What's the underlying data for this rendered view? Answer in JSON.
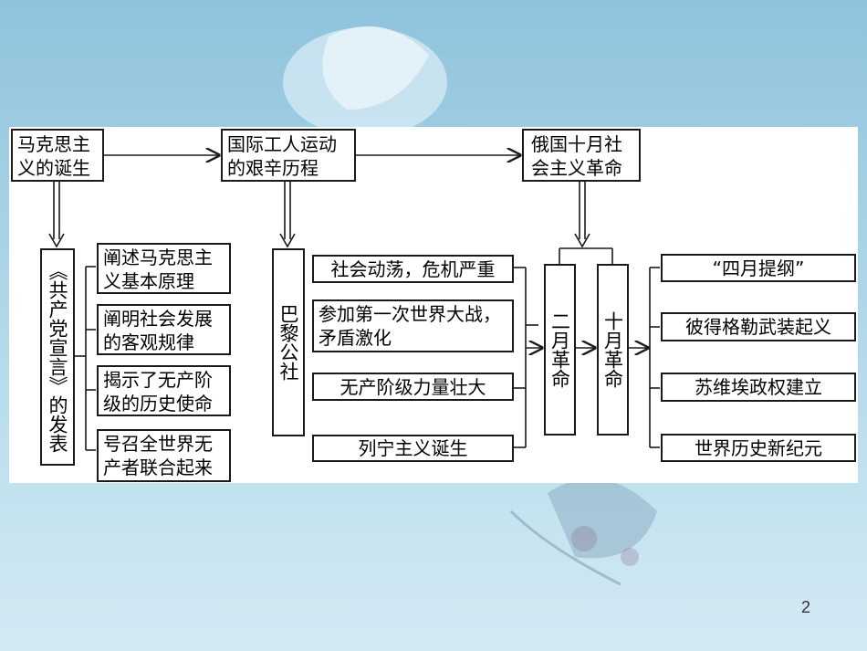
{
  "top_row": {
    "birth": "马克思主\n义的诞生",
    "movement": "国际工人运动\n的艰辛历程",
    "october": "俄国十月社\n会主义革命"
  },
  "manifesto": {
    "title": "《共产党宣言》的发表",
    "items": [
      "阐述马克思主\n义基本原理",
      "阐明社会发展\n的客观规律",
      "揭示了无产阶\n级的历史使命",
      "号召全世界无\n产者联合起来"
    ]
  },
  "paris": {
    "title": "巴黎公社",
    "causes": [
      "社会动荡，危机严重",
      "参加第一次世界大战，\n矛盾激化",
      "无产阶级力量壮大",
      "列宁主义诞生"
    ]
  },
  "revolutions": {
    "february": "二月革命",
    "october": "十月革命"
  },
  "results": [
    "“四月提纲”",
    "彼得格勒武装起义",
    "苏维埃政权建立",
    "世界历史新纪元"
  ],
  "page_number": "2"
}
